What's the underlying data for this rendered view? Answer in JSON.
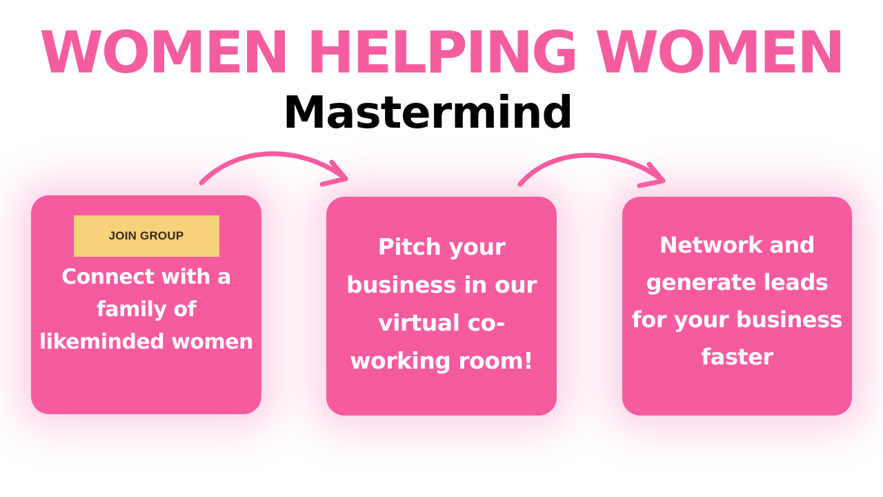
{
  "header": {
    "title": "WOMEN HELPING WOMEN",
    "subtitle": "Mastermind"
  },
  "steps": [
    {
      "button_label": "JOIN GROUP",
      "text": "Connect with a family of likeminded women"
    },
    {
      "text": "Pitch your business in our virtual co-working room!"
    },
    {
      "text": "Network and generate leads for your business faster"
    }
  ],
  "colors": {
    "brand_pink": "#f65ba0",
    "title_pink": "#f45ea0",
    "subtitle_black": "#000000",
    "button_yellow": "#f6d27a",
    "card_text": "#ffffff"
  },
  "icons": [
    "curved-arrow-icon",
    "curved-arrow-icon"
  ]
}
